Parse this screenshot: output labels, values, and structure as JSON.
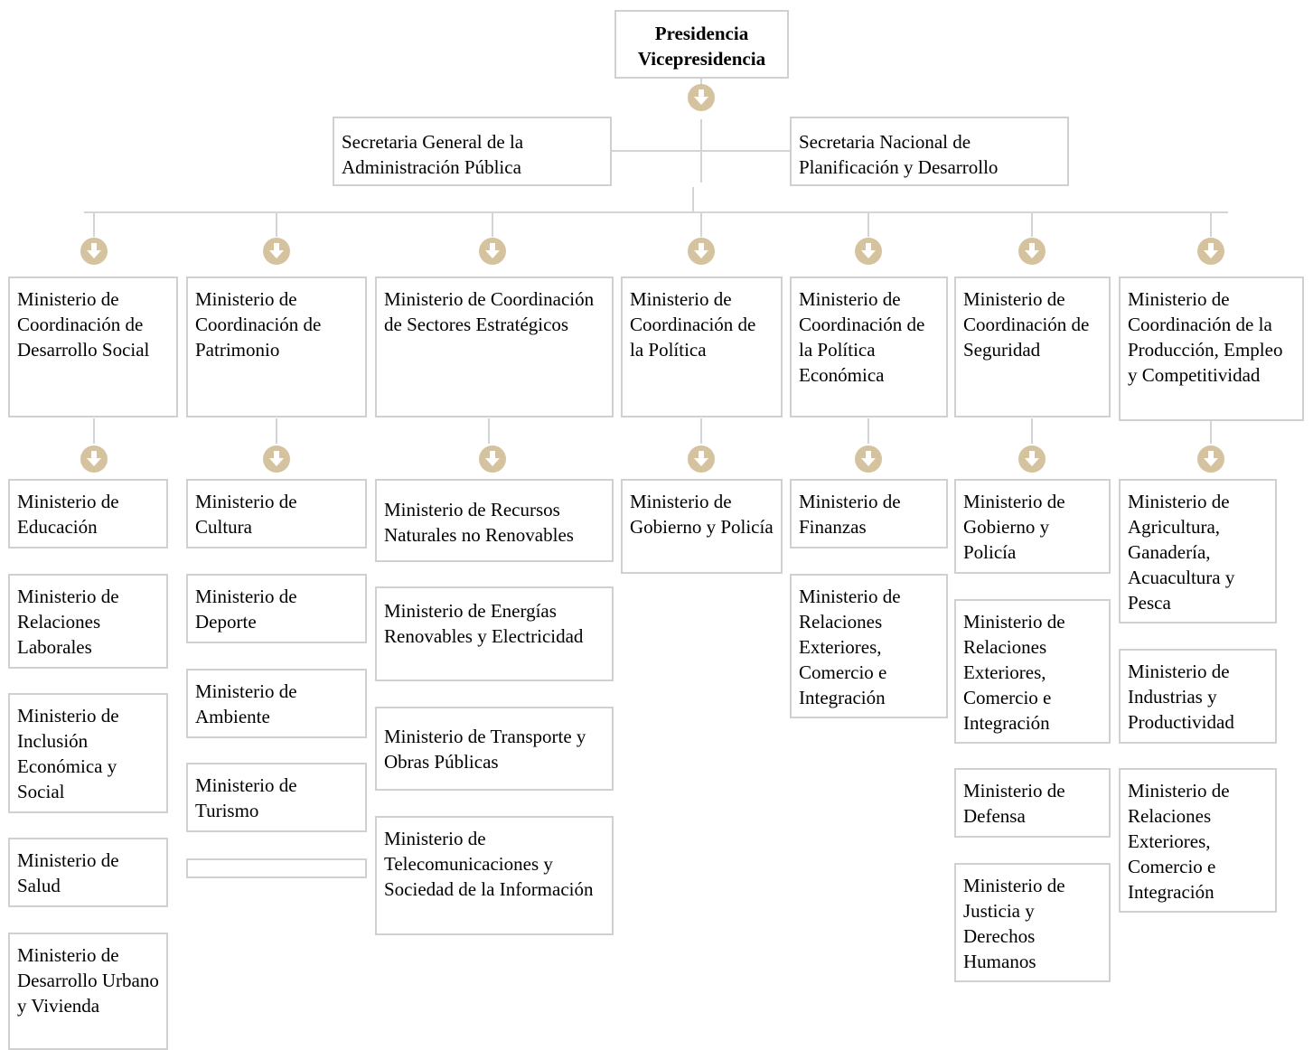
{
  "top": {
    "line1": "Presidencia",
    "line2": "Vicepresidencia"
  },
  "secretariats": {
    "left": "Secretaria General de la Administración Pública",
    "right": "Secretaria Nacional de Planificación y Desarrollo"
  },
  "coordinators": [
    "Ministerio de Coordinación de Desarrollo Social",
    "Ministerio de Coordinación de Patrimonio",
    "Ministerio de Coordinación de Sectores Estratégicos",
    "Ministerio de Coordinación de la Política",
    "Ministerio de Coordinación de la Política Económica",
    "Ministerio de Coordinación de Seguridad",
    "Ministerio de Coordinación de la Producción, Empleo y Competitividad"
  ],
  "ministries": [
    [
      "Ministerio de Educación",
      "Ministerio de Relaciones Laborales",
      "Ministerio de Inclusión Económica y Social",
      "Ministerio de Salud",
      "Ministerio de Desarrollo Urbano y Vivienda"
    ],
    [
      "Ministerio de Cultura",
      "Ministerio de Deporte",
      "Ministerio de Ambiente",
      "Ministerio de Turismo",
      ""
    ],
    [
      "Ministerio de Recursos Naturales no Renovables",
      "Ministerio de Energías Renovables y Electricidad",
      "Ministerio de Transporte y Obras Públicas",
      "Ministerio de Telecomunicaciones y Sociedad de la Información"
    ],
    [
      "Ministerio de Gobierno y Policía"
    ],
    [
      "Ministerio de Finanzas",
      "Ministerio de Relaciones Exteriores, Comercio e Integración"
    ],
    [
      "Ministerio de Gobierno y Policía",
      "Ministerio de Relaciones Exteriores, Comercio e Integración",
      "Ministerio de Defensa",
      "Ministerio de Justicia y Derechos Humanos"
    ],
    [
      "Ministerio de Agricultura, Ganadería, Acuacultura y Pesca",
      "Ministerio de Industrias y Productividad",
      "Ministerio de Relaciones Exteriores, Comercio e Integración"
    ]
  ],
  "colors": {
    "border": "#d0d0d0",
    "connector": "#d4d4d4",
    "arrow": "#d5c3a0"
  },
  "icons": {
    "arrow": "down-arrow-circle-icon"
  }
}
